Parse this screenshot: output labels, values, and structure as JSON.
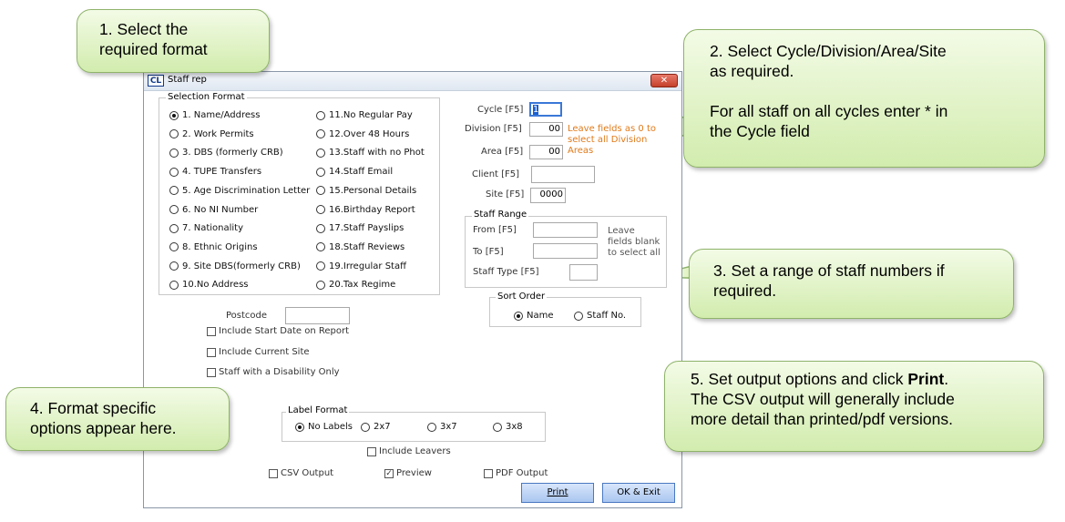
{
  "window": {
    "app_icon": "CL",
    "title": "Staff rep"
  },
  "selection_format": {
    "legend": "Selection Format",
    "col1": [
      "1. Name/Address",
      "2. Work Permits",
      "3. DBS (formerly CRB)",
      "4. TUPE Transfers",
      "5. Age Discrimination Letter",
      "6. No NI Number",
      "7. Nationality",
      "8. Ethnic Origins",
      "9. Site DBS(formerly CRB)",
      "10.No Address"
    ],
    "col2": [
      "11.No Regular Pay",
      "12.Over 48 Hours",
      "13.Staff with no Phot",
      "14.Staff Email",
      "15.Personal Details",
      "16.Birthday Report",
      "17.Staff Payslips",
      "18.Staff Reviews",
      "19.Irregular Staff",
      "20.Tax Regime"
    ],
    "selected": "1. Name/Address"
  },
  "fields": {
    "cycle_label": "Cycle [F5]",
    "cycle_value": "1",
    "division_label": "Division [F5]",
    "division_value": "00",
    "area_label": "Area [F5]",
    "area_value": "00",
    "client_label": "Client [F5]",
    "client_value": "",
    "site_label": "Site [F5]",
    "site_value": "0000",
    "hint_line1": "Leave fields as 0 to",
    "hint_line2": "select all Division",
    "hint_line3": "Areas"
  },
  "staff_range": {
    "legend": "Staff Range",
    "from_label": "From [F5]",
    "to_label": "To [F5]",
    "type_label": "Staff Type [F5]",
    "hint_line1": "Leave",
    "hint_line2": "fields blank",
    "hint_line3": "to select all"
  },
  "sort_order": {
    "legend": "Sort Order",
    "name": "Name",
    "staff_no": "Staff No."
  },
  "options": {
    "postcode_label": "Postcode",
    "include_start_date": "Include Start Date on Report",
    "include_current_site": "Include Current Site",
    "disability_only": "Staff with a Disability Only"
  },
  "label_format": {
    "legend": "Label Format",
    "no_labels": "No Labels",
    "l2x7": "2x7",
    "l3x7": "3x7",
    "l3x8": "3x8"
  },
  "include_leavers": "Include Leavers",
  "output": {
    "csv": "CSV Output",
    "preview": "Preview",
    "pdf": "PDF Output"
  },
  "buttons": {
    "print": "Print",
    "ok_exit": "OK & Exit",
    "close": "✕"
  },
  "callouts": {
    "c1_line1": "1. Select the",
    "c1_line2": "required format",
    "c2_line1": "2. Select Cycle/Division/Area/Site",
    "c2_line2": "as required.",
    "c2_line3": "For all staff on all cycles enter * in",
    "c2_line4": "the Cycle field",
    "c3_line1": "3. Set a range of staff numbers if",
    "c3_line2": "required.",
    "c4_line1": "4. Format specific",
    "c4_line2": "options appear here.",
    "c5_line1_pre": "5. Set output options and click ",
    "c5_line1_bold": "Print",
    "c5_line1_post": ".",
    "c5_line2": "The CSV output will generally include",
    "c5_line3": "more detail than printed/pdf versions."
  },
  "colors": {
    "callout_fill": "#d8efb6",
    "callout_border": "#8fb36a",
    "hint_orange": "#e07a1a",
    "button_blue": "#a9c6f0"
  }
}
